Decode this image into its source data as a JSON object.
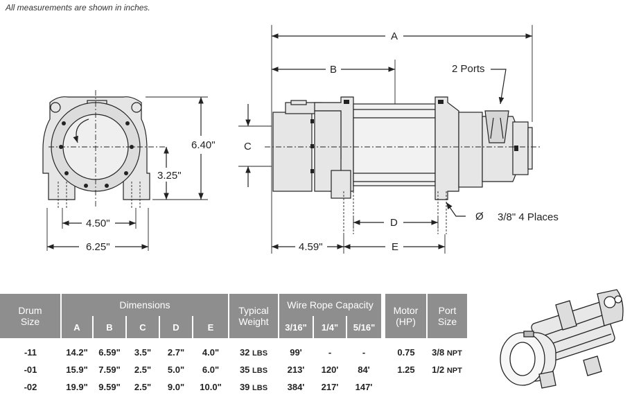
{
  "note": "All measurements are shown in inches.",
  "front_view": {
    "height_total": "6.40\"",
    "height_center": "3.25\"",
    "width_mount": "4.50\"",
    "width_total": "6.25\""
  },
  "side_view": {
    "dim_a": "A",
    "dim_b": "B",
    "dim_c": "C",
    "dim_d": "D",
    "dim_e": "E",
    "dim_offset": "4.59\"",
    "ports_label": "2 Ports",
    "hole_symbol": "Ø",
    "hole_label": "3/8\" 4 Places"
  },
  "table": {
    "headers": {
      "drum_size": "Drum Size",
      "dimensions": "Dimensions",
      "typical_weight": "Typical Weight",
      "wire_rope": "Wire Rope Capacity",
      "motor": "Motor (HP)",
      "port_size": "Port Size"
    },
    "dim_cols": [
      "A",
      "B",
      "C",
      "D",
      "E"
    ],
    "rope_cols": [
      "3/16\"",
      "1/4\"",
      "5/16\""
    ],
    "rows": [
      {
        "drum": "-11",
        "a": "14.2\"",
        "b": "6.59\"",
        "c": "3.5\"",
        "d": "2.7\"",
        "e": "4.0\"",
        "weight": "32",
        "weight_unit": "LBS",
        "r1": "99'",
        "r2": "-",
        "r3": "-",
        "motor": "0.75",
        "port": "3/8",
        "port_unit": "NPT"
      },
      {
        "drum": "-01",
        "a": "15.9\"",
        "b": "7.59\"",
        "c": "2.5\"",
        "d": "5.0\"",
        "e": "6.0\"",
        "weight": "35",
        "weight_unit": "LBS",
        "r1": "213'",
        "r2": "120'",
        "r3": "84'",
        "motor": "1.25",
        "port": "1/2",
        "port_unit": "NPT"
      },
      {
        "drum": "-02",
        "a": "19.9\"",
        "b": "9.59\"",
        "c": "2.5\"",
        "d": "9.0\"",
        "e": "10.0\"",
        "weight": "39",
        "weight_unit": "LBS",
        "r1": "384'",
        "r2": "217'",
        "r3": "147'",
        "motor": "",
        "port": "",
        "port_unit": ""
      }
    ]
  },
  "colors": {
    "header_gray": "#8e8e8e",
    "line": "#222222",
    "part_fill": "#e6e6e6"
  }
}
